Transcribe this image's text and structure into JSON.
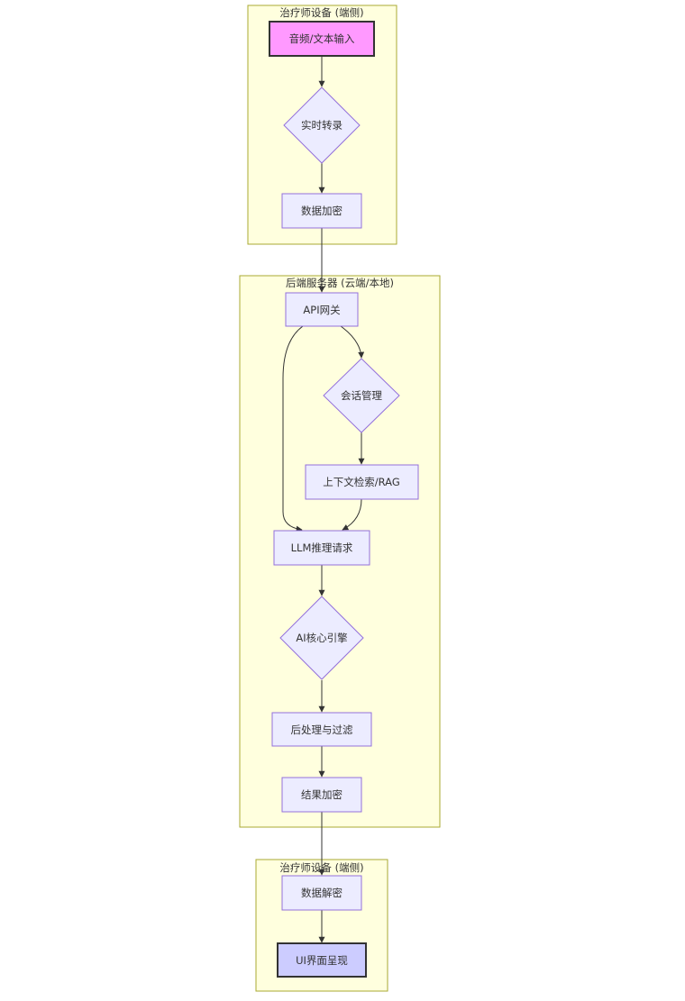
{
  "colors": {
    "cluster_fill": "#ffffde",
    "cluster_border": "#aaaa33",
    "node_fill": "#ececff",
    "node_border": "#9370db",
    "input_fill": "#ff99ff",
    "input_border": "#333333",
    "output_fill": "#ccccff",
    "output_border": "#333333",
    "edge": "#333333"
  },
  "clusters": {
    "device_top": {
      "label": "治疗师设备 (端侧)"
    },
    "server": {
      "label": "后端服务器 (云端/本地)"
    },
    "device_bottom": {
      "label": "治疗师设备 (端侧)"
    }
  },
  "nodes": {
    "input": {
      "label": "音频/文本输入",
      "shape": "rect"
    },
    "transcribe": {
      "label": "实时转录",
      "shape": "diamond"
    },
    "encrypt": {
      "label": "数据加密",
      "shape": "rect"
    },
    "gateway": {
      "label": "API网关",
      "shape": "rect"
    },
    "session": {
      "label": "会话管理",
      "shape": "diamond"
    },
    "rag": {
      "label": "上下文检索/RAG",
      "shape": "rect"
    },
    "llm": {
      "label": "LLM推理请求",
      "shape": "rect"
    },
    "core": {
      "label": "AI核心引擎",
      "shape": "diamond"
    },
    "postproc": {
      "label": "后处理与过滤",
      "shape": "rect"
    },
    "result_encrypt": {
      "label": "结果加密",
      "shape": "rect"
    },
    "decrypt": {
      "label": "数据解密",
      "shape": "rect"
    },
    "ui": {
      "label": "UI界面呈现",
      "shape": "rect"
    }
  },
  "edges": [
    {
      "from": "input",
      "to": "transcribe"
    },
    {
      "from": "transcribe",
      "to": "encrypt"
    },
    {
      "from": "encrypt",
      "to": "gateway"
    },
    {
      "from": "gateway",
      "to": "session"
    },
    {
      "from": "gateway",
      "to": "llm"
    },
    {
      "from": "session",
      "to": "rag"
    },
    {
      "from": "rag",
      "to": "llm"
    },
    {
      "from": "llm",
      "to": "core"
    },
    {
      "from": "core",
      "to": "postproc"
    },
    {
      "from": "postproc",
      "to": "result_encrypt"
    },
    {
      "from": "result_encrypt",
      "to": "decrypt"
    },
    {
      "from": "decrypt",
      "to": "ui"
    }
  ]
}
